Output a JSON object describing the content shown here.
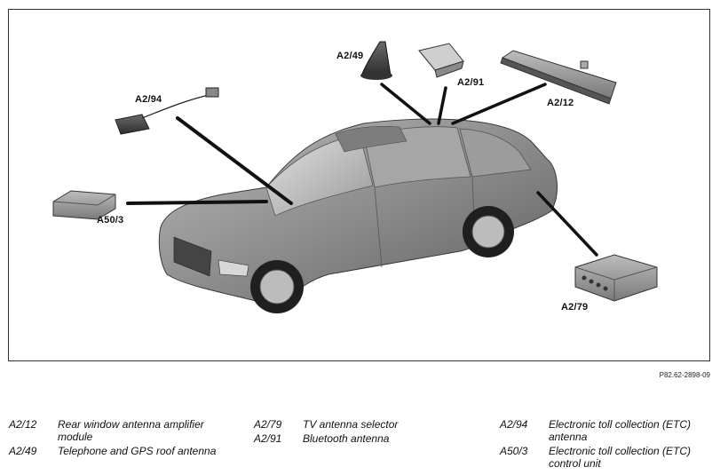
{
  "labels": {
    "a2_94": "A2/94",
    "a2_49": "A2/49",
    "a2_91": "A2/91",
    "a2_12": "A2/12",
    "a50_3": "A50/3",
    "a2_79": "A2/79"
  },
  "reference": "P82.62-2898-09",
  "legend": [
    {
      "code": "A2/12",
      "text": "Rear window antenna amplifier module"
    },
    {
      "code": "A2/49",
      "text": "Telephone and GPS roof antenna"
    },
    {
      "code": "A2/79",
      "text": "TV antenna selector"
    },
    {
      "code": "A2/91",
      "text": "Bluetooth antenna"
    },
    {
      "code": "A2/94",
      "text": "Electronic toll collection (ETC) antenna"
    },
    {
      "code": "A50/3",
      "text": "Electronic toll collection (ETC) control unit"
    }
  ]
}
